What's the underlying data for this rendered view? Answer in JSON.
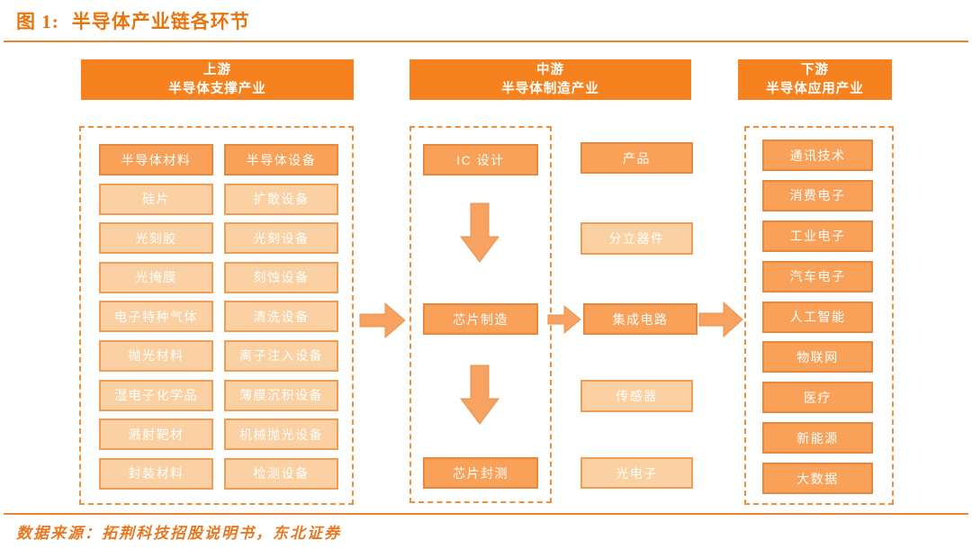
{
  "title": {
    "prefix": "图 1:",
    "text": "半导体产业链各环节"
  },
  "source": "数据来源：拓荆科技招股说明书，东北证券",
  "colors": {
    "header_orange": "#F6821F",
    "node_dark_fill": "#F9A158",
    "node_light_fill": "#FBD0A2",
    "dashed_border": "#EE8F3C",
    "title_text": "#E8740E",
    "rule_orange": "#EE8530",
    "node_text": "#FFFFFF"
  },
  "columns": {
    "upstream": {
      "header_line1": "上游",
      "header_line2": "半导体支撑产业",
      "materials": [
        "半导体材料",
        "硅片",
        "光刻胶",
        "光掩膜",
        "电子特种气体",
        "抛光材料",
        "湿电子化学品",
        "溅射靶材",
        "封装材料"
      ],
      "equipment": [
        "半导体设备",
        "扩散设备",
        "光刻设备",
        "刻蚀设备",
        "清洗设备",
        "离子注入设备",
        "薄膜沉积设备",
        "机械抛光设备",
        "检测设备"
      ]
    },
    "midstream": {
      "header_line1": "中游",
      "header_line2": "半导体制造产业",
      "process": [
        "IC 设计",
        "芯片制造",
        "芯片封测"
      ],
      "products": [
        "产品",
        "分立器件",
        "集成电路",
        "传感器",
        "光电子"
      ]
    },
    "downstream": {
      "header_line1": "下游",
      "header_line2": "半导体应用产业",
      "applications": [
        "通讯技术",
        "消费电子",
        "工业电子",
        "汽车电子",
        "人工智能",
        "物联网",
        "医疗",
        "新能源",
        "大数据"
      ]
    }
  }
}
